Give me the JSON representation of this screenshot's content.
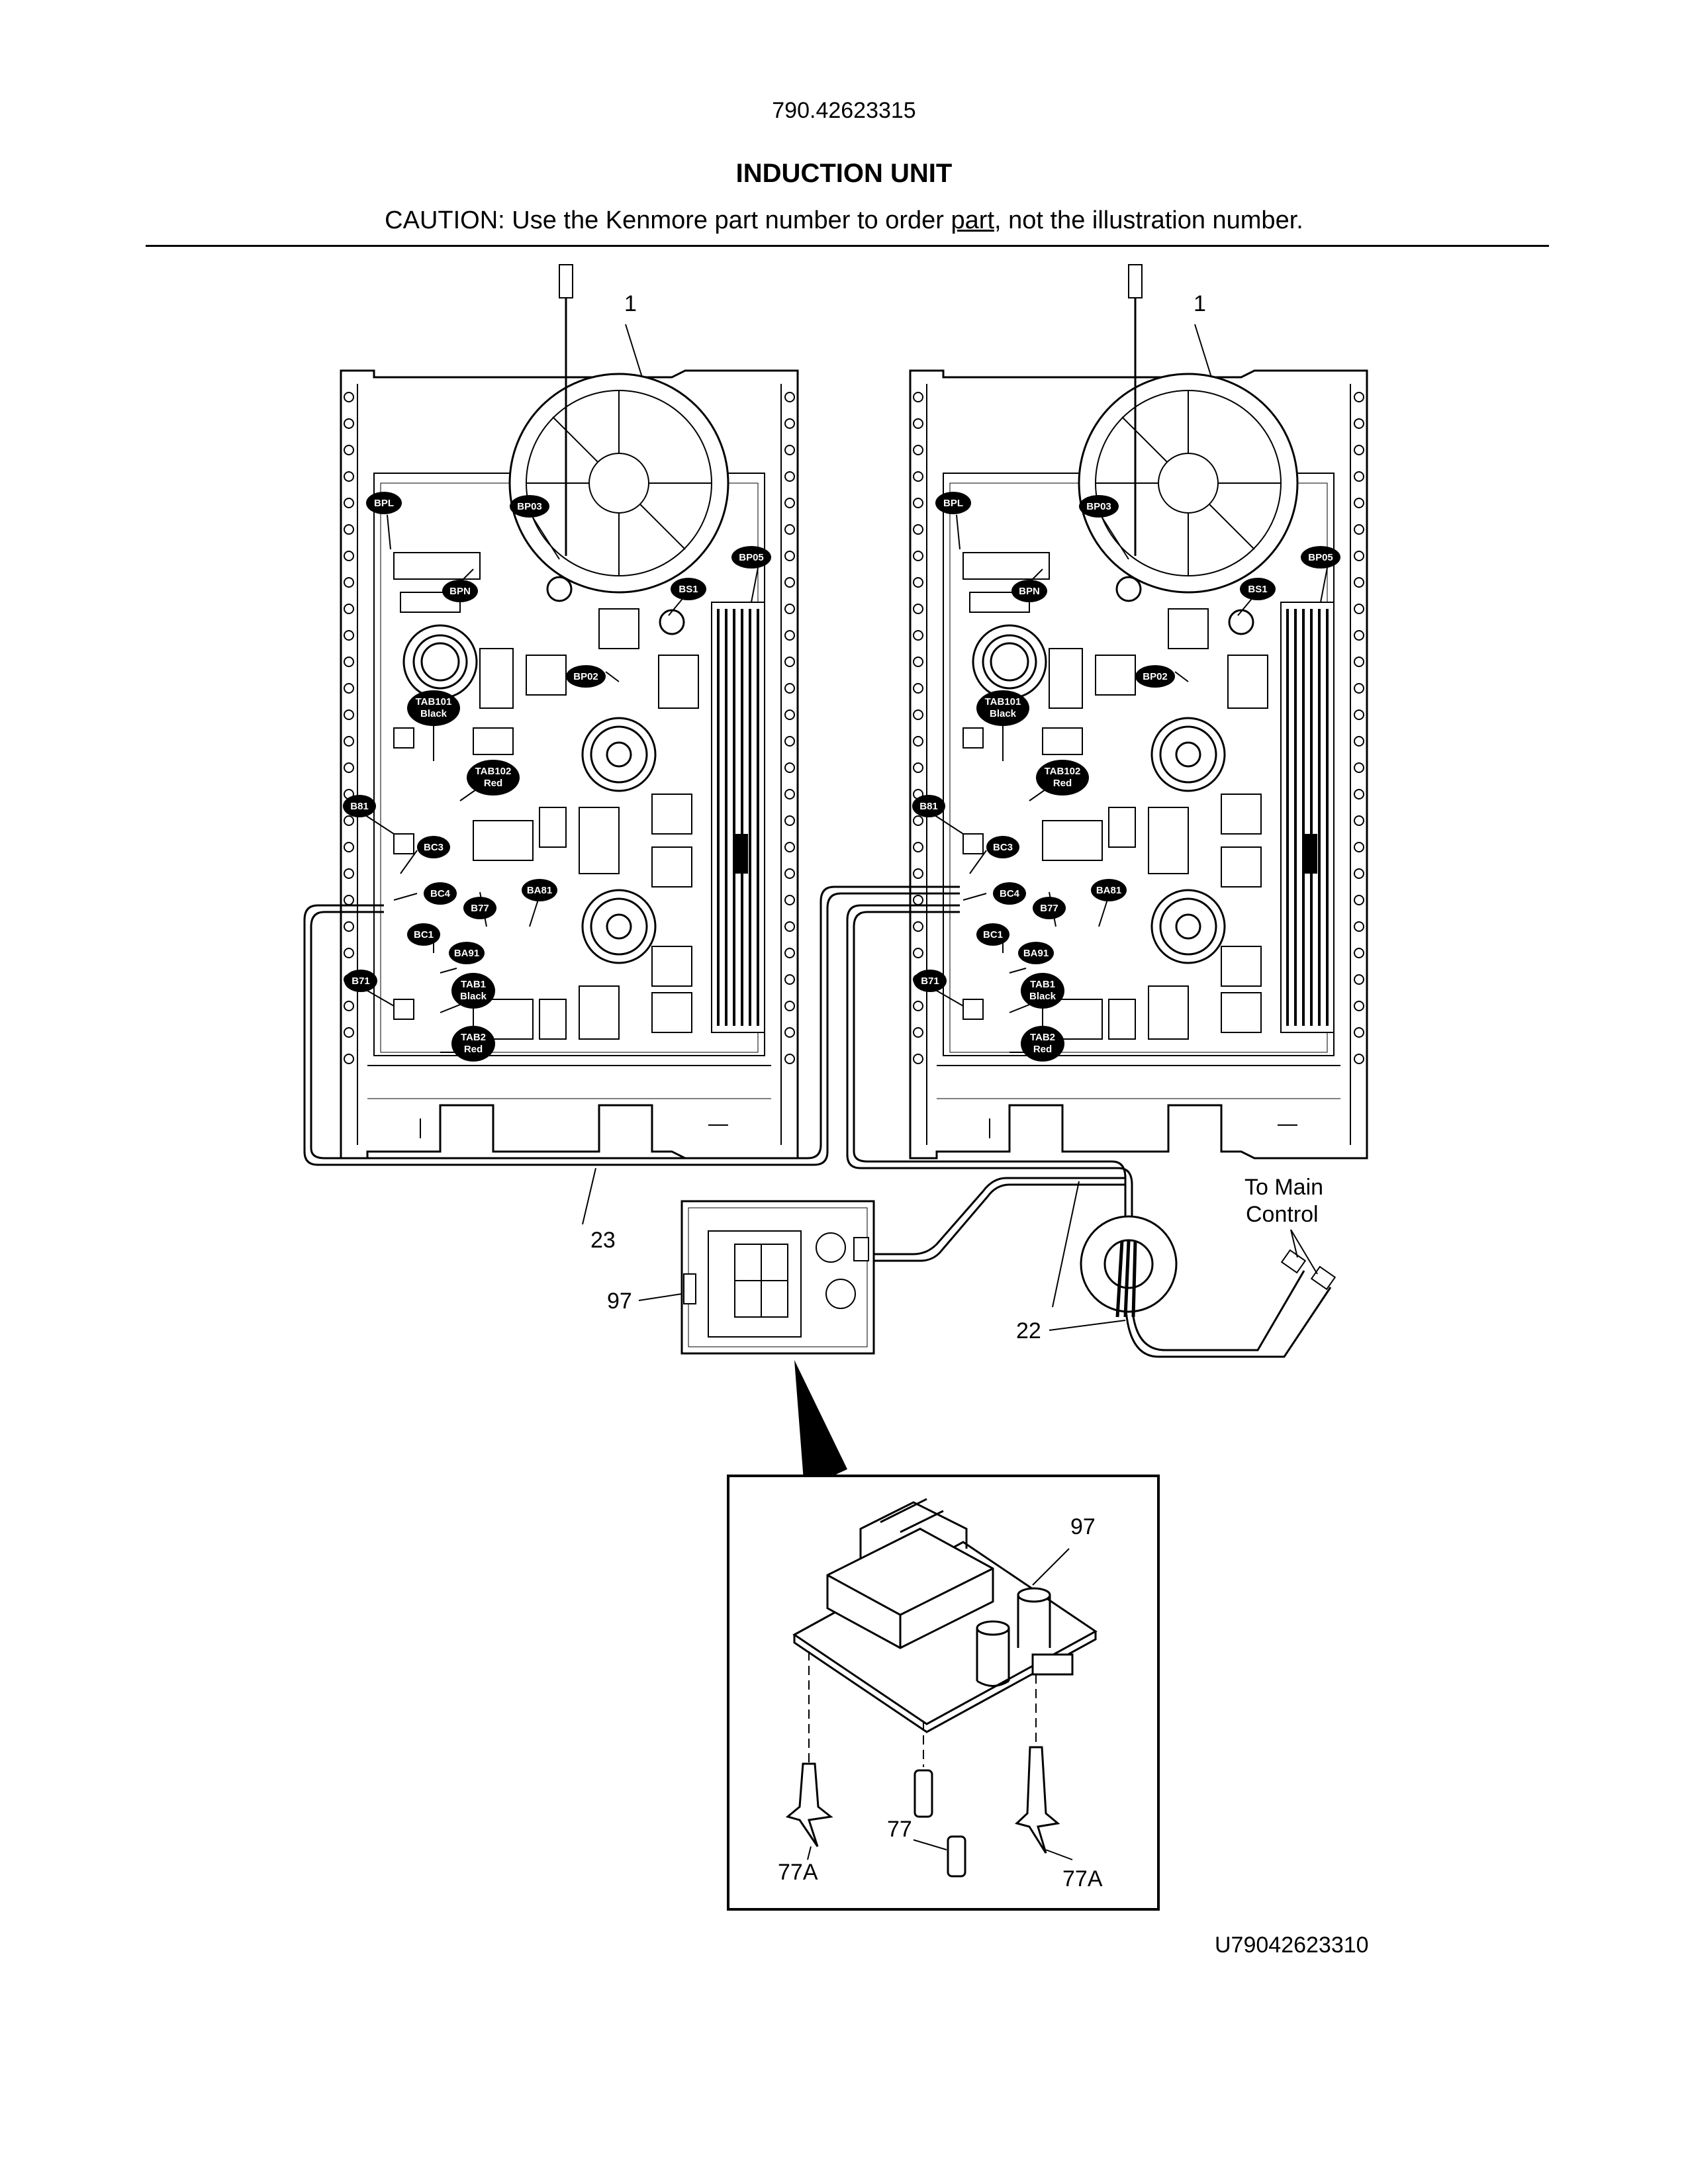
{
  "header": {
    "model_number": "790.42623315",
    "title": "INDUCTION UNIT",
    "caution_prefix": "CAUTION: Use the Kenmore part number to order ",
    "caution_underlined": "part",
    "caution_suffix": ", not the illustration number."
  },
  "left_board": {
    "callout": "1",
    "tags": {
      "BPL": "BPL",
      "BP03": "BP03",
      "BPN": "BPN",
      "BP05": "BP05",
      "BS1": "BS1",
      "BP02": "BP02",
      "TAB101": "TAB101",
      "TAB101_color": "Black",
      "TAB102": "TAB102",
      "TAB102_color": "Red",
      "B81": "B81",
      "BC3": "BC3",
      "BC4": "BC4",
      "BA81": "BA81",
      "B77": "B77",
      "BC1": "BC1",
      "BA91": "BA91",
      "B71": "B71",
      "TAB1": "TAB1",
      "TAB1_color": "Black",
      "TAB2": "TAB2",
      "TAB2_color": "Red"
    }
  },
  "right_board": {
    "callout": "1",
    "tags": {
      "BPL": "BPL",
      "BP03": "BP03",
      "BPN": "BPN",
      "BP05": "BP05",
      "BS1": "BS1",
      "BP02": "BP02",
      "TAB101": "TAB101",
      "TAB101_color": "Black",
      "TAB102": "TAB102",
      "TAB102_color": "Red",
      "B81": "B81",
      "BC3": "BC3",
      "BC4": "BC4",
      "BA81": "BA81",
      "B77": "B77",
      "BC1": "BC1",
      "BA91": "BA91",
      "B71": "B71",
      "TAB1": "TAB1",
      "TAB1_color": "Black",
      "TAB2": "TAB2",
      "TAB2_color": "Red"
    }
  },
  "callouts": {
    "harness_left": "23",
    "harness_right": "22",
    "filter_board": "97",
    "to_main_line1": "To Main",
    "to_main_line2": "Control"
  },
  "detail": {
    "board": "97",
    "standoff_left": "77A",
    "spacer": "77",
    "standoff_right": "77A"
  },
  "document_number": "U79042623310"
}
